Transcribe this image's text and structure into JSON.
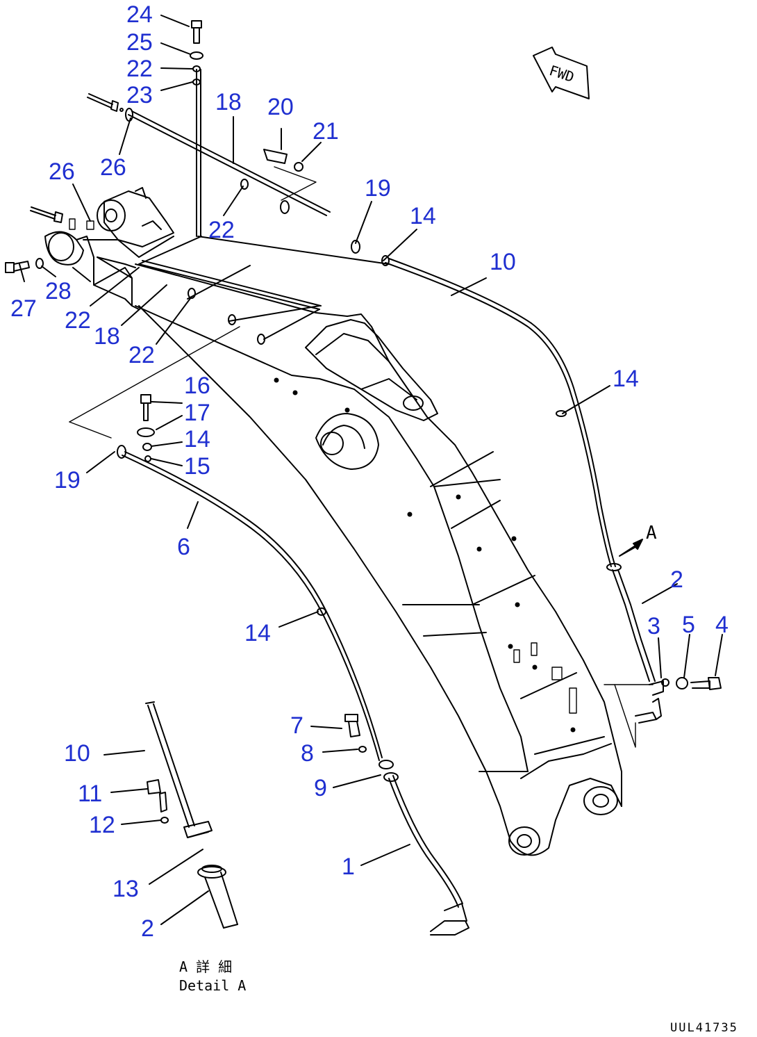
{
  "labels": {
    "p24": "24",
    "p25": "25",
    "p22a": "22",
    "p23": "23",
    "p18a": "18",
    "p20": "20",
    "p21": "21",
    "p26a": "26",
    "p26b": "26",
    "p19a": "19",
    "p14a": "14",
    "p22b": "22",
    "p10a": "10",
    "p27": "27",
    "p28": "28",
    "p22c": "22",
    "p18b": "18",
    "p22d": "22",
    "p14b": "14",
    "p16": "16",
    "p17": "17",
    "p14c": "14",
    "p15": "15",
    "p19b": "19",
    "p6": "6",
    "p2a": "2",
    "p3": "3",
    "p5": "5",
    "p4": "4",
    "p14d": "14",
    "p7": "7",
    "p8": "8",
    "p9": "9",
    "p10b": "10",
    "p11": "11",
    "p12": "12",
    "p13": "13",
    "p2b": "2",
    "p1": "1"
  },
  "annotations": {
    "fwd": "FWD",
    "view_a": "A",
    "detail_jp": "A 詳 細",
    "detail_en": "Detail A",
    "drawing_code": "UUL41735"
  },
  "colors": {
    "label": "#1f2fd0",
    "line": "#000000",
    "background": "#ffffff"
  }
}
